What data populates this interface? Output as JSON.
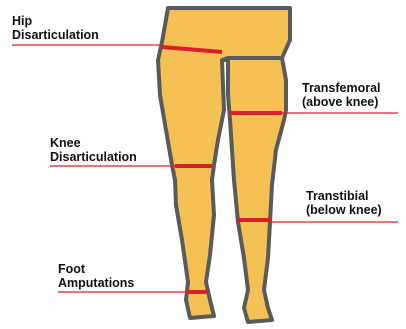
{
  "labels": {
    "hip": {
      "line1": "Hip",
      "line2": "Disarticulation"
    },
    "transfemoral": {
      "line1": "Transfemoral",
      "line2": "(above knee)"
    },
    "knee": {
      "line1": "Knee",
      "line2": "Disarticulation"
    },
    "transtibial": {
      "line1": "Transtibial",
      "line2": "(below knee)"
    },
    "foot": {
      "line1": "Foot",
      "line2": "Amputations"
    }
  },
  "colors": {
    "skin": "#f5c054",
    "outline": "#5a5a5a",
    "cut": "#d9202a",
    "leader": "#d9202a"
  }
}
